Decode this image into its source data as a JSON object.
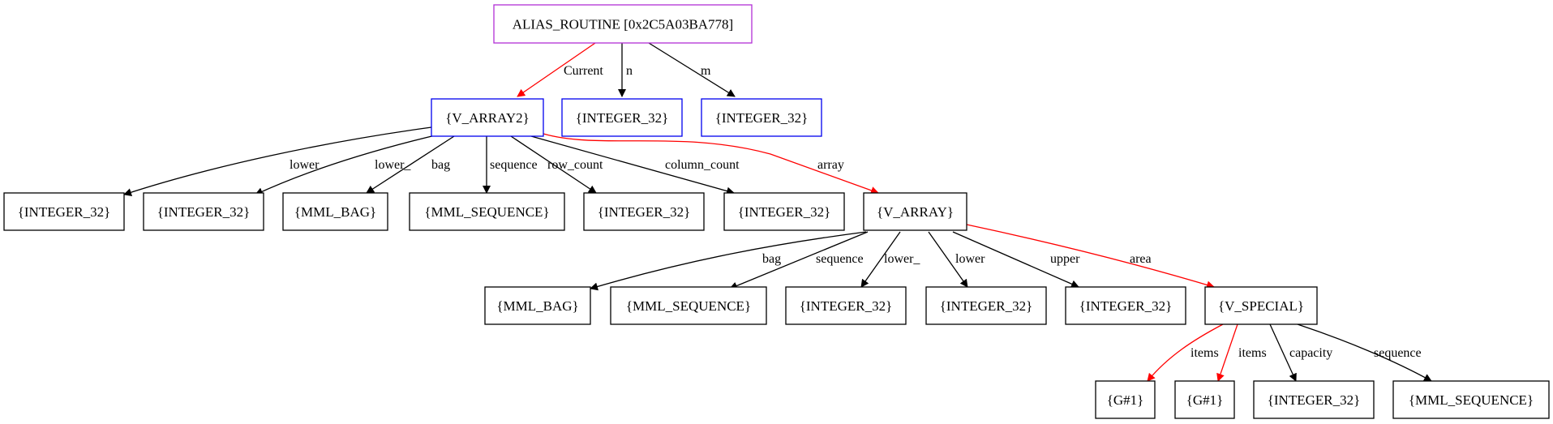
{
  "graph": {
    "nodes": [
      {
        "id": "root",
        "label": "ALIAS_ROUTINE [0x2C5A03BA778]",
        "border": "#b22fd6"
      },
      {
        "id": "varray2",
        "label": "{V_ARRAY2}",
        "border": "#0000ee"
      },
      {
        "id": "int_n",
        "label": "{INTEGER_32}",
        "border": "#0000ee"
      },
      {
        "id": "int_m",
        "label": "{INTEGER_32}",
        "border": "#0000ee"
      },
      {
        "id": "int_lower",
        "label": "{INTEGER_32}",
        "border": "#000000"
      },
      {
        "id": "int_lower_",
        "label": "{INTEGER_32}",
        "border": "#000000"
      },
      {
        "id": "bag1",
        "label": "{MML_BAG}",
        "border": "#000000"
      },
      {
        "id": "seq1",
        "label": "{MML_SEQUENCE}",
        "border": "#000000"
      },
      {
        "id": "int_row",
        "label": "{INTEGER_32}",
        "border": "#000000"
      },
      {
        "id": "int_col",
        "label": "{INTEGER_32}",
        "border": "#000000"
      },
      {
        "id": "varray",
        "label": "{V_ARRAY}",
        "border": "#000000"
      },
      {
        "id": "bag2",
        "label": "{MML_BAG}",
        "border": "#000000"
      },
      {
        "id": "seq2",
        "label": "{MML_SEQUENCE}",
        "border": "#000000"
      },
      {
        "id": "int_lower2_",
        "label": "{INTEGER_32}",
        "border": "#000000"
      },
      {
        "id": "int_lower2",
        "label": "{INTEGER_32}",
        "border": "#000000"
      },
      {
        "id": "int_upper",
        "label": "{INTEGER_32}",
        "border": "#000000"
      },
      {
        "id": "vspecial",
        "label": "{V_SPECIAL}",
        "border": "#000000"
      },
      {
        "id": "g1a",
        "label": "{G#1}",
        "border": "#000000"
      },
      {
        "id": "g1b",
        "label": "{G#1}",
        "border": "#000000"
      },
      {
        "id": "int_cap",
        "label": "{INTEGER_32}",
        "border": "#000000"
      },
      {
        "id": "seq3",
        "label": "{MML_SEQUENCE}",
        "border": "#000000"
      }
    ],
    "edges": [
      {
        "from": "root",
        "to": "varray2",
        "label": "Current",
        "color": "#ff0000"
      },
      {
        "from": "root",
        "to": "int_n",
        "label": "n",
        "color": "#000000"
      },
      {
        "from": "root",
        "to": "int_m",
        "label": "m",
        "color": "#000000"
      },
      {
        "from": "varray2",
        "to": "int_lower",
        "label": "lower",
        "color": "#000000"
      },
      {
        "from": "varray2",
        "to": "int_lower_",
        "label": "lower_",
        "color": "#000000"
      },
      {
        "from": "varray2",
        "to": "bag1",
        "label": "bag",
        "color": "#000000"
      },
      {
        "from": "varray2",
        "to": "seq1",
        "label": "sequence",
        "color": "#000000"
      },
      {
        "from": "varray2",
        "to": "int_row",
        "label": "row_count",
        "color": "#000000"
      },
      {
        "from": "varray2",
        "to": "int_col",
        "label": "column_count",
        "color": "#000000"
      },
      {
        "from": "varray2",
        "to": "varray",
        "label": "array",
        "color": "#ff0000"
      },
      {
        "from": "varray",
        "to": "bag2",
        "label": "bag",
        "color": "#000000"
      },
      {
        "from": "varray",
        "to": "seq2",
        "label": "sequence",
        "color": "#000000"
      },
      {
        "from": "varray",
        "to": "int_lower2_",
        "label": "lower_",
        "color": "#000000"
      },
      {
        "from": "varray",
        "to": "int_lower2",
        "label": "lower",
        "color": "#000000"
      },
      {
        "from": "varray",
        "to": "int_upper",
        "label": "upper",
        "color": "#000000"
      },
      {
        "from": "varray",
        "to": "vspecial",
        "label": "area",
        "color": "#ff0000"
      },
      {
        "from": "vspecial",
        "to": "g1a",
        "label": "items",
        "color": "#ff0000"
      },
      {
        "from": "vspecial",
        "to": "g1b",
        "label": "items",
        "color": "#ff0000"
      },
      {
        "from": "vspecial",
        "to": "int_cap",
        "label": "capacity",
        "color": "#000000"
      },
      {
        "from": "vspecial",
        "to": "seq3",
        "label": "sequence",
        "color": "#000000"
      }
    ]
  }
}
